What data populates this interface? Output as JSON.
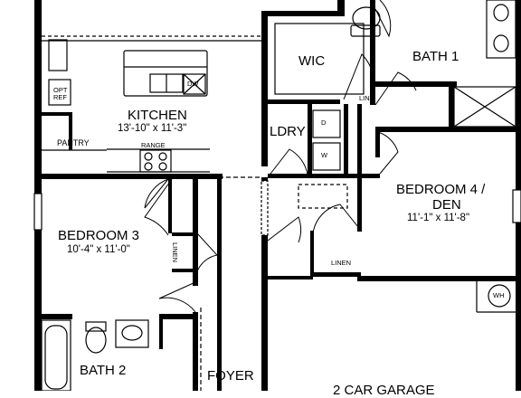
{
  "rooms": {
    "kitchen": {
      "name": "KITCHEN",
      "dims": "13'-10\" x 11'-3\""
    },
    "bedroom3": {
      "name": "BEDROOM 3",
      "dims": "10'-4\" x 11'-0\""
    },
    "bedroom4": {
      "name": "BEDROOM 4 /",
      "name2": "DEN",
      "dims": "11'-1\" x 11'-8\""
    },
    "bath1": {
      "name": "BATH 1"
    },
    "bath2": {
      "name": "BATH 2"
    },
    "wic": {
      "name": "WIC"
    },
    "ldry": {
      "name": "LDRY"
    },
    "foyer": {
      "name": "FOYER"
    },
    "garage": {
      "name": "2 CAR GARAGE"
    }
  },
  "labels": {
    "pantry": "PANTRY",
    "range": "RANGE",
    "dw": "DW",
    "opt_ref_1": "OPT",
    "opt_ref_2": "REF",
    "lin": "LIN.",
    "linen_b3": "LINEN",
    "linen_hall": "LINEN",
    "wh": "WH",
    "dryer": "D",
    "washer": "W"
  }
}
